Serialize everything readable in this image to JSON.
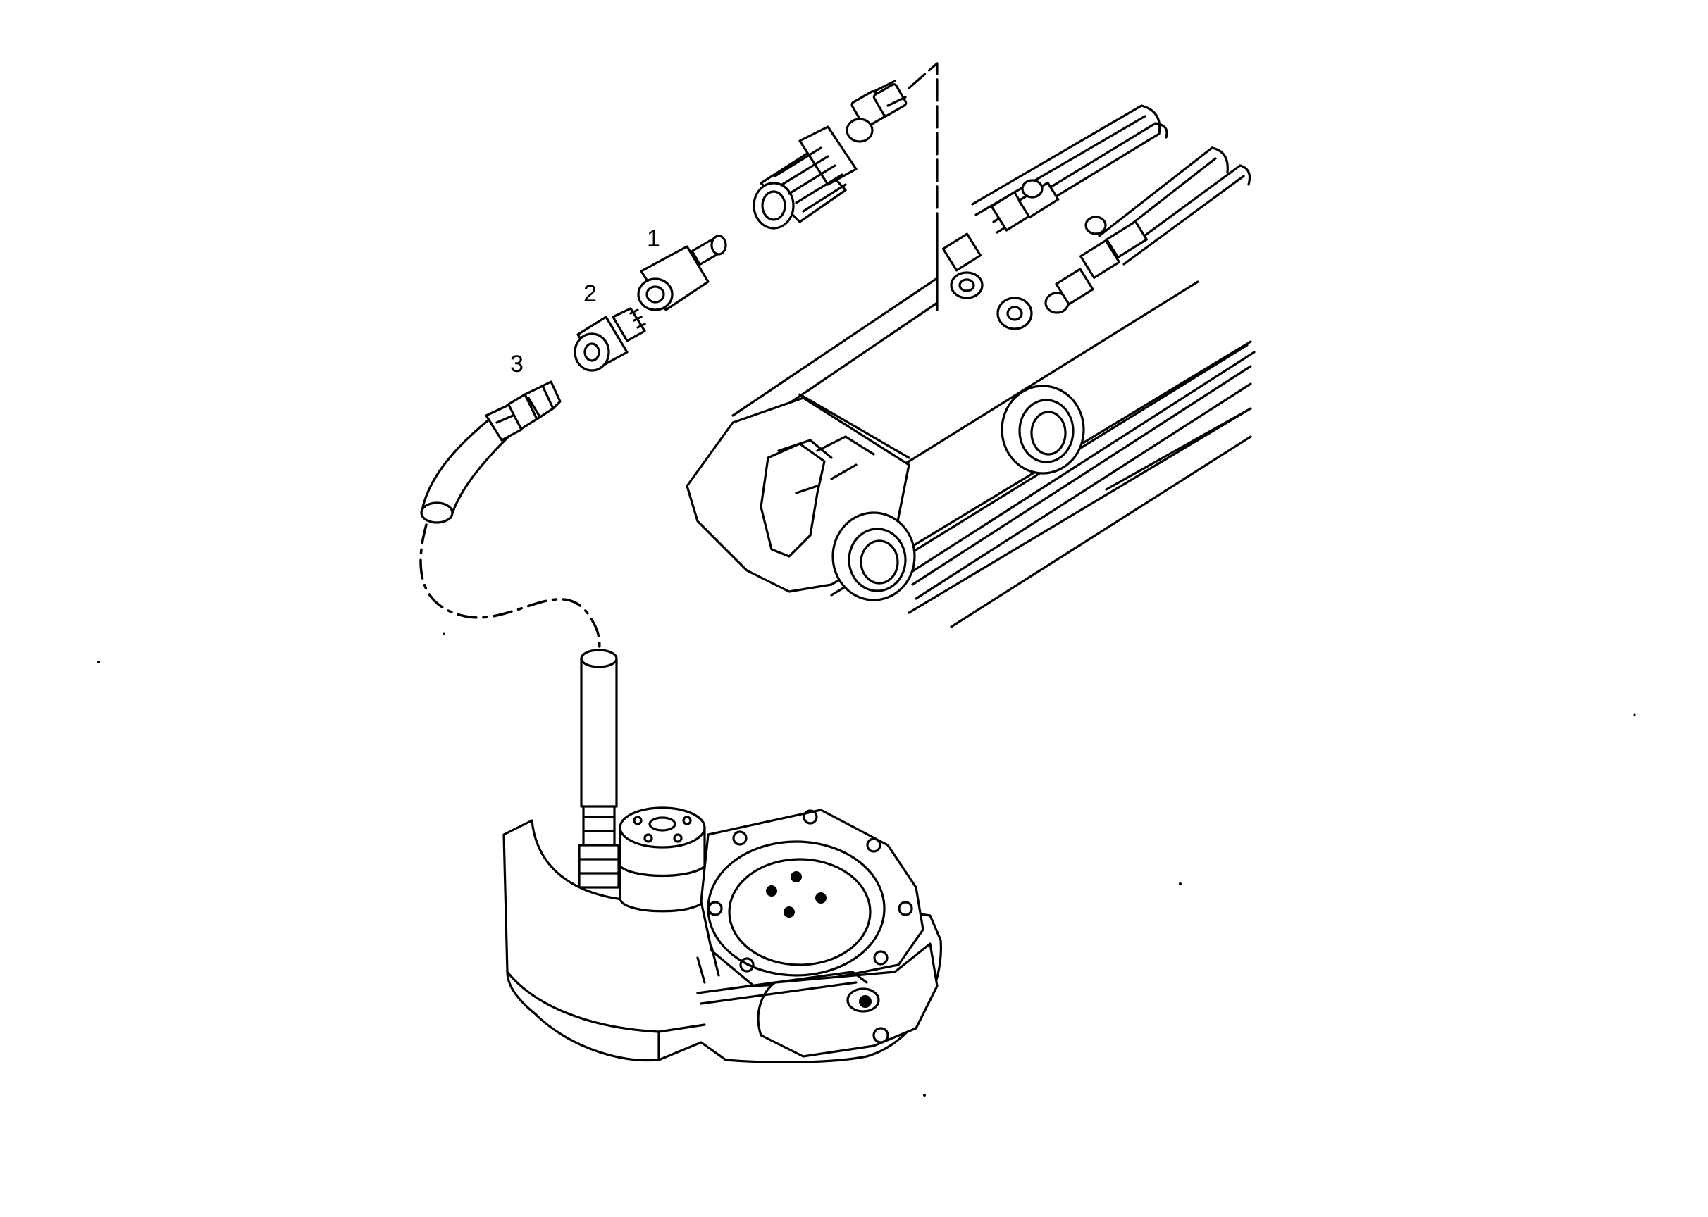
{
  "figure": {
    "part_labels": [
      {
        "id": "1",
        "text": "1"
      },
      {
        "id": "2",
        "text": "2"
      },
      {
        "id": "3",
        "text": "3"
      }
    ],
    "line_color": "#000000",
    "background": "#ffffff"
  }
}
